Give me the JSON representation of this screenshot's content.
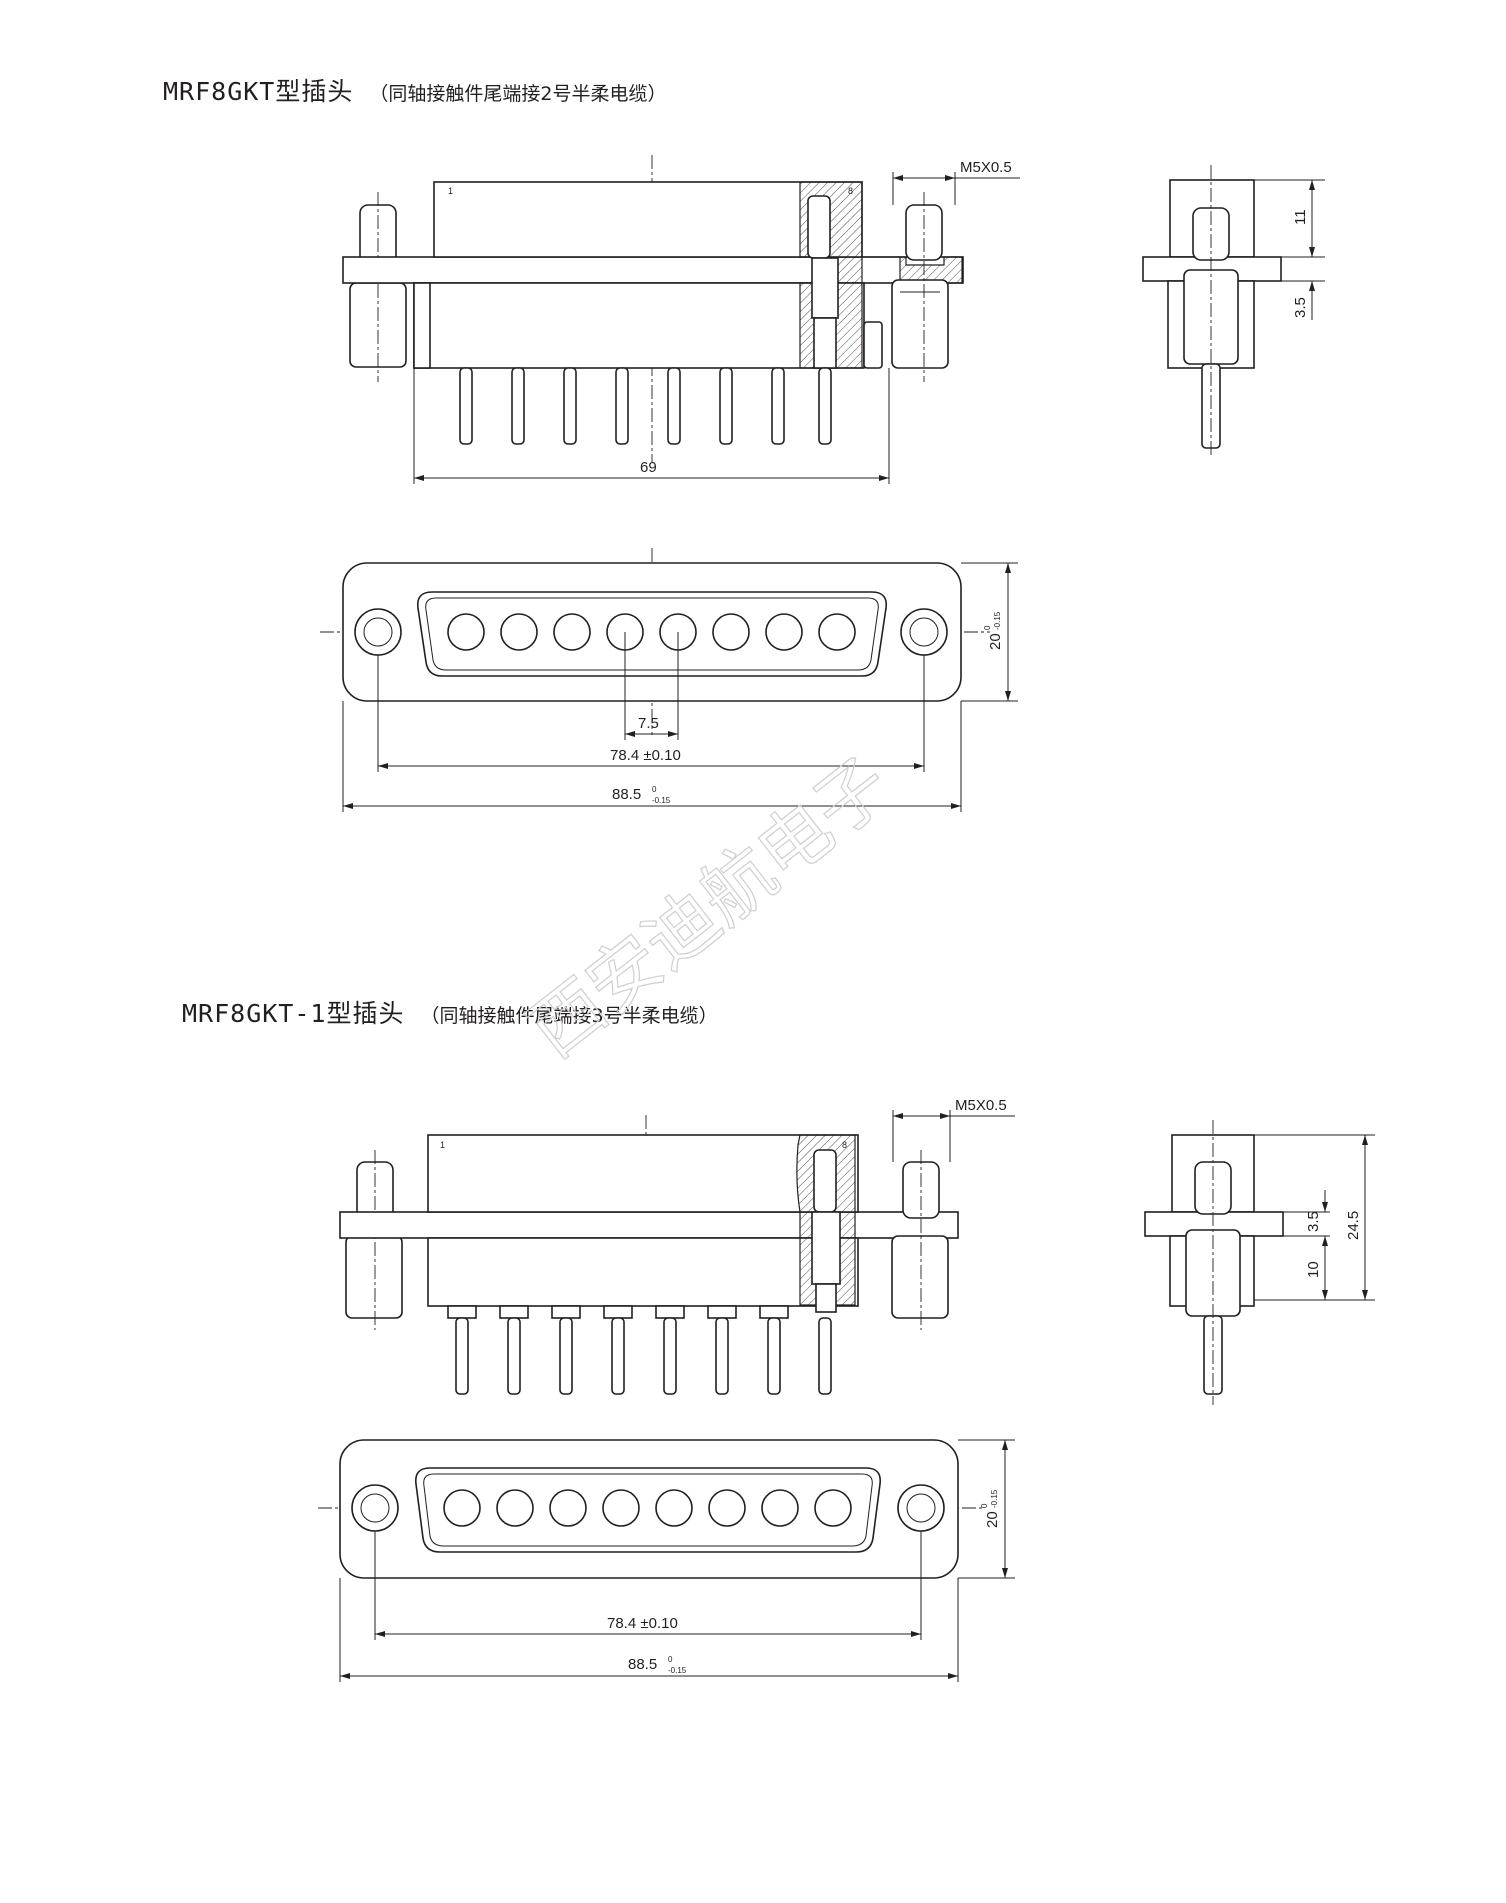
{
  "figure1": {
    "title": "MRF8GKT型插头",
    "subtitle": "（同轴接触件尾端接2号半柔电缆）",
    "dims": {
      "thread": "M5X0.5",
      "length": "69",
      "height_upper": "11",
      "height_lower": "3.5",
      "pitch": "7.5",
      "hole_spacing": "78.4 ±0.10",
      "overall_width_base": "88.5",
      "overall_width_tol_upper": "0",
      "overall_width_tol_lower": "-0.15",
      "body_height_base": "20",
      "body_height_tol_upper": "0",
      "body_height_tol_lower": "-0.15"
    },
    "pin_marks": [
      "1",
      "8"
    ]
  },
  "figure2": {
    "title": "MRF8GKT-1型插头",
    "subtitle": "（同轴接触件尾端接3号半柔电缆）",
    "dims": {
      "thread": "M5X0.5",
      "height_total": "24.5",
      "height_upper": "3.5",
      "height_lower": "10",
      "hole_spacing": "78.4 ±0.10",
      "overall_width_base": "88.5",
      "overall_width_tol_upper": "0",
      "overall_width_tol_lower": "-0.15",
      "body_height_base": "20",
      "body_height_tol_upper": "0",
      "body_height_tol_lower": "-0.15"
    },
    "pin_marks": [
      "1",
      "8"
    ]
  },
  "watermark": "西安迪航电子"
}
